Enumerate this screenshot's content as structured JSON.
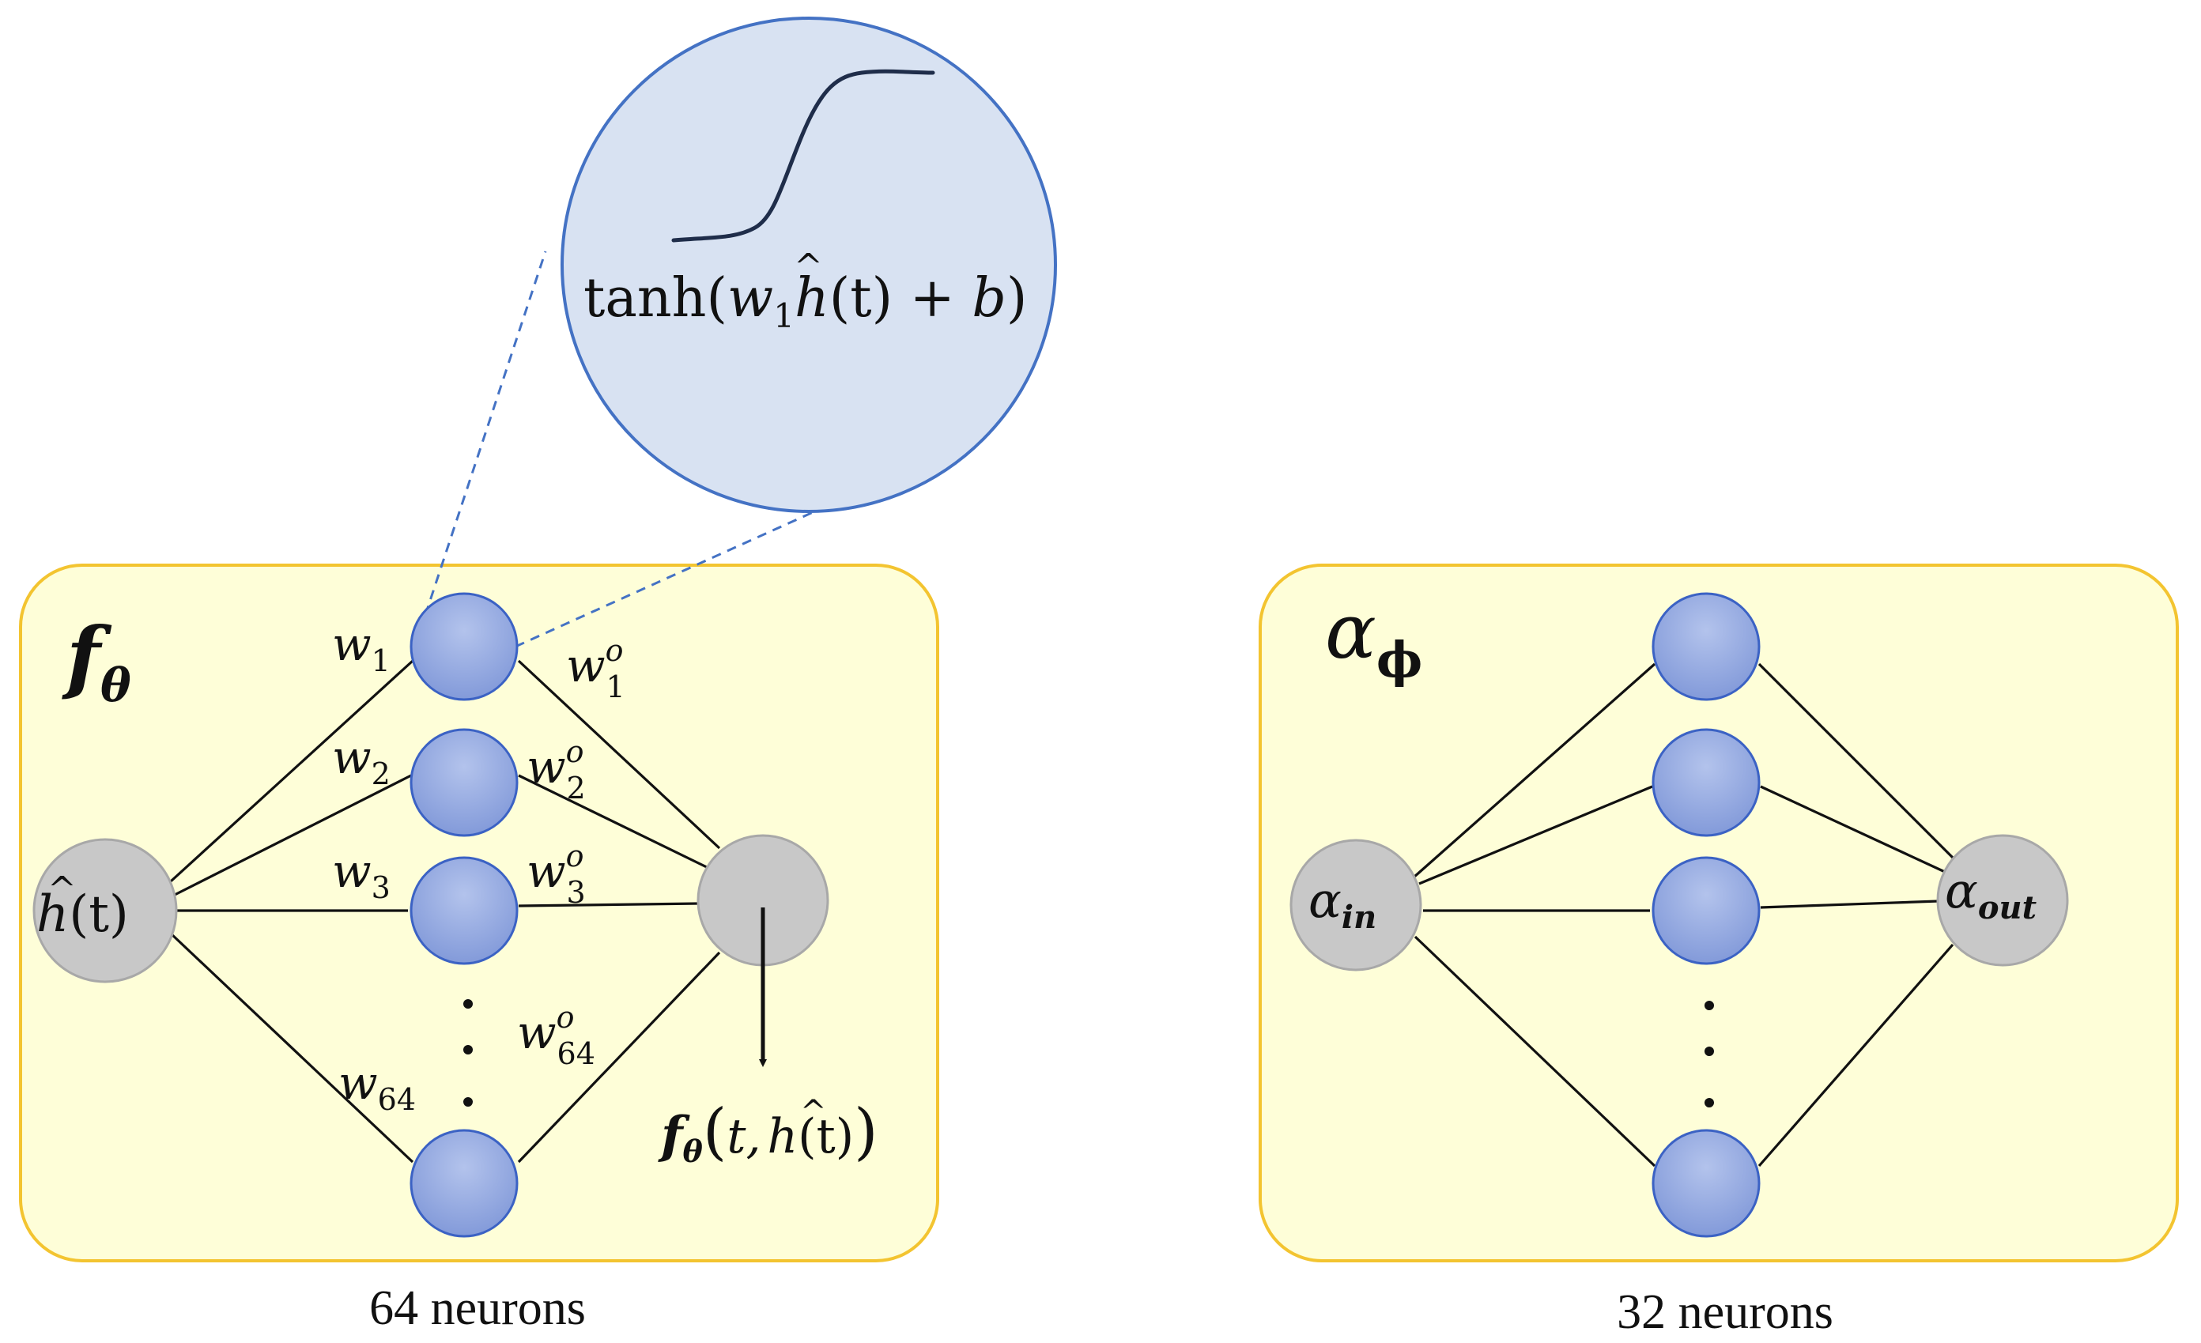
{
  "colors": {
    "panel_fill": "#fefed8",
    "panel_stroke": "#f3c430",
    "neuron_fill": "#8ea4dd",
    "neuron_stroke": "#3b62c4",
    "io_fill": "#c8c8c8",
    "io_stroke": "#a8a8a8",
    "zoom_fill": "#d8e2f2",
    "zoom_stroke": "#4472c4",
    "edge": "#111111"
  },
  "left_panel": {
    "title_base": "f",
    "title_sub": "θ",
    "input_label_base": "h",
    "input_label_hat": "^",
    "input_label_arg": "(t)",
    "weights_in": [
      "w1",
      "w2",
      "w3",
      "w64"
    ],
    "weights_in_parts": [
      {
        "base": "w",
        "sub": "1"
      },
      {
        "base": "w",
        "sub": "2"
      },
      {
        "base": "w",
        "sub": "3"
      },
      {
        "base": "w",
        "sub": "64"
      }
    ],
    "weights_out_parts": [
      {
        "base": "w",
        "sup": "o",
        "sub": "1"
      },
      {
        "base": "w",
        "sup": "o",
        "sub": "2"
      },
      {
        "base": "w",
        "sup": "o",
        "sub": "3"
      },
      {
        "base": "w",
        "sup": "o",
        "sub": "64"
      }
    ],
    "output_label": {
      "f": "f",
      "sub": "θ",
      "args_open": "(",
      "t": "t,",
      "h": "h",
      "hat": "^",
      "h_arg": "(t)",
      "close": ")"
    },
    "dots": "⋮",
    "caption": "64 neurons"
  },
  "zoom": {
    "formula_prefix": "tanh(",
    "formula_w": "w",
    "formula_w_sub": "1",
    "formula_h": "h",
    "formula_hat": "^",
    "formula_mid": "(t) + ",
    "formula_b": "b",
    "formula_close": ")"
  },
  "right_panel": {
    "title_base": "α",
    "title_sub": "ϕ",
    "input_base": "α",
    "input_sub": "in",
    "output_base": "α",
    "output_sub": "out",
    "dots": "⋮",
    "caption": "32 neurons"
  }
}
